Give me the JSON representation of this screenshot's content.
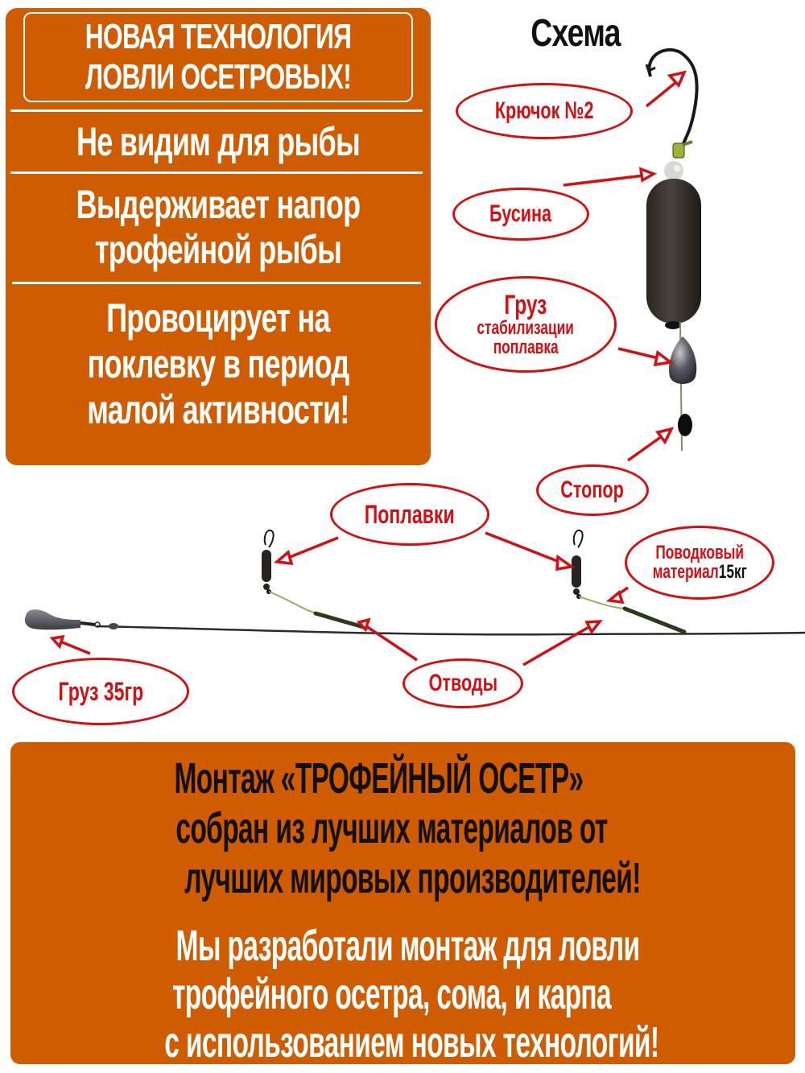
{
  "colors": {
    "panel_orange": "#cf5c00",
    "label_red": "#d40f14",
    "text_white": "#ffffff",
    "text_black": "#111111"
  },
  "features_panel": {
    "headline": [
      "НОВАЯ ТЕХНОЛОГИЯ",
      "ЛОВЛИ ОСЕТРОВЫХ!"
    ],
    "features": [
      {
        "lines": [
          "Не видим для рыбы"
        ]
      },
      {
        "lines": [
          "Выдерживает напор",
          "трофейной рыбы"
        ]
      },
      {
        "lines": [
          "Провоцирует на",
          "поклевку в период",
          "малой активности!"
        ]
      }
    ]
  },
  "diagram": {
    "title": "Схема",
    "labels": {
      "hook": "Крючок №2",
      "bead": "Бусина",
      "stabilizer_weight": [
        "Груз",
        "стабилизации",
        "поплавка"
      ],
      "stopper": "Стопор",
      "floats": "Поплавки",
      "leader_material": [
        "Поводковый",
        "материал",
        "15кг"
      ],
      "sinker": "Груз 35гр",
      "branches": "Отводы"
    }
  },
  "bottom_banner": {
    "dark_lines": [
      "Монтаж «ТРОФЕЙНЫЙ ОСЕТР»",
      "собран из лучших материалов от",
      "лучших мировых производителей!"
    ],
    "light_lines": [
      "Мы разработали монтаж для ловли",
      "трофейного осетра, сома, и карпа",
      "с использованием новых технологий!"
    ]
  }
}
